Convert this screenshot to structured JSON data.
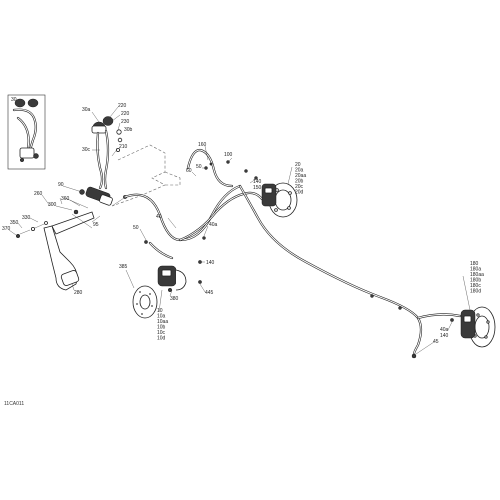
{
  "diagram": {
    "code": "11CA011",
    "labels": {
      "l30_inset": "30",
      "l30a": "30a",
      "l220a": "220",
      "l220b": "220",
      "l230": "230",
      "l30b": "30b",
      "l30c": "30c",
      "l210": "210",
      "l90": "90",
      "l260": "260",
      "l360": "360",
      "l300": "300",
      "l330": "330",
      "l350": "350",
      "l370": "370",
      "l95": "95",
      "l280": "280",
      "l160": "160",
      "l50": "50",
      "l60": "60",
      "l100": "100",
      "l140a": "140",
      "l150a": "150",
      "l40": "40",
      "l60b": "60",
      "l50b": "50",
      "l40a": "40a",
      "l140b": "140",
      "l445": "445",
      "l385": "385",
      "l380": "380",
      "l20_stack": "20\n20a\n20aa\n20b\n20c\n20d",
      "l10_stack": "10\n10a\n10aa\n10b\n10c\n10d",
      "l180_stack": "180\n180a\n180aa\n180b\n180c\n180d",
      "l40a2": "40a",
      "l140c": "140",
      "l45": "45"
    }
  }
}
